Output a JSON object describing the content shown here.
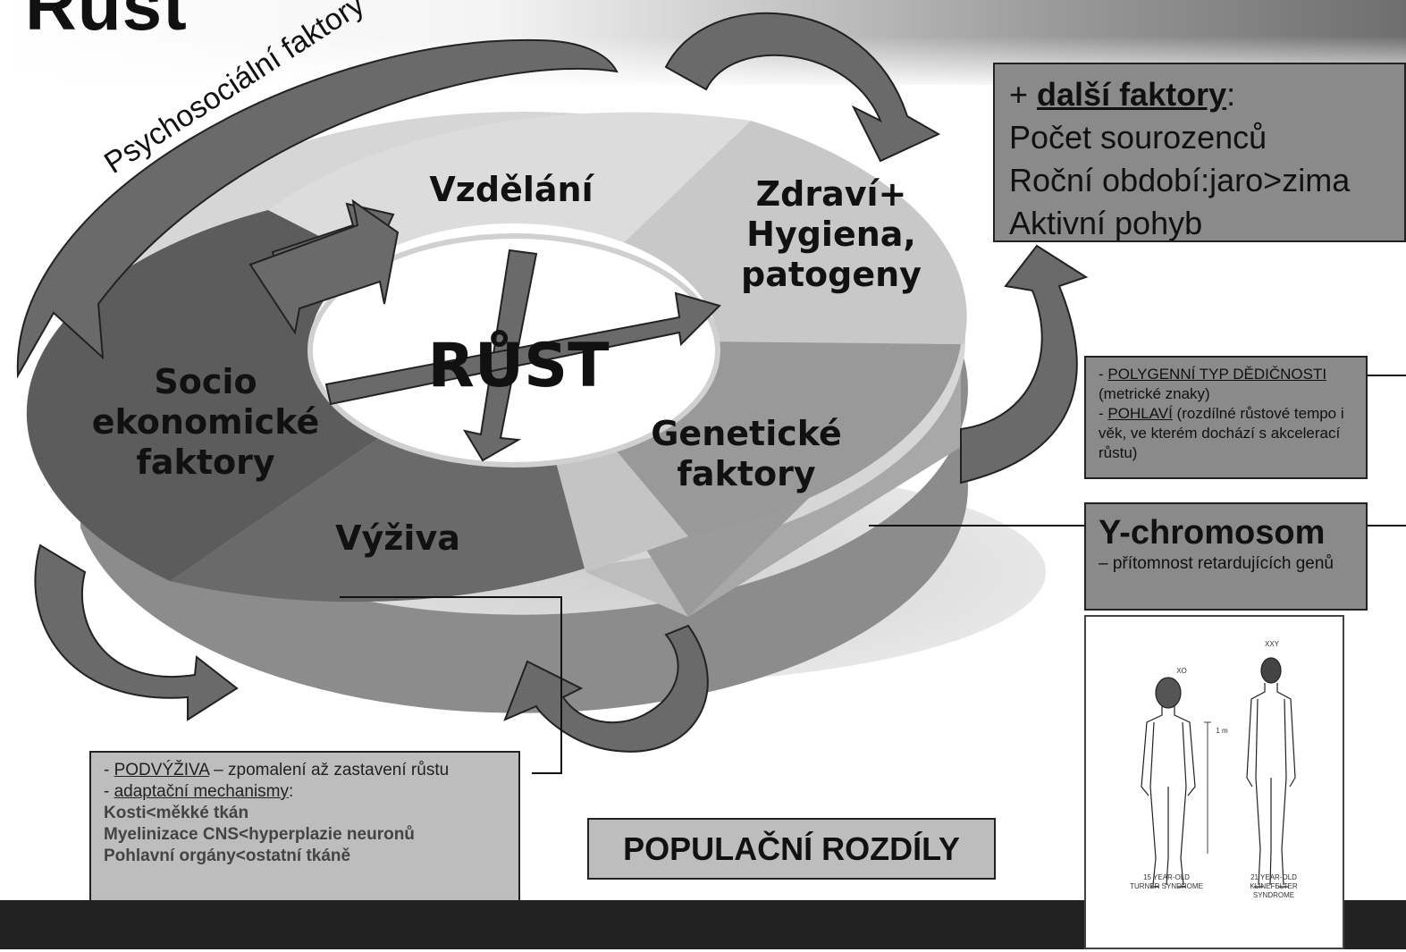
{
  "title": "Růst",
  "diagram": {
    "center": "RŮST",
    "segments": {
      "vzdelani": "Vzdělání",
      "zdravi": [
        "Zdraví+",
        "Hygiena,",
        "patogeny"
      ],
      "socio": [
        "Socio",
        "ekonomické",
        "faktory"
      ],
      "geneticke": [
        "Genetické",
        "faktory"
      ],
      "vyziva": "Výživa"
    },
    "arc_label": "Psychosociální faktory"
  },
  "dalsi_faktory": {
    "prefix": "+ ",
    "heading": "další faktory",
    "suffix": ":",
    "items": [
      "Počet sourozenců",
      "Roční období:jaro>zima",
      "Aktivní pohyb"
    ]
  },
  "polygenni": {
    "dash1": "- ",
    "term1": "POLYGENNÍ TYP DĚDIČNOSTI",
    "note1": " (metrické znaky)",
    "dash2": "- ",
    "term2": "POHLAVÍ",
    "note2": " (rozdílné růstové tempo i věk, ve kterém dochází s akcelerací růstu)"
  },
  "ychromosom": {
    "heading": "Y-chromosom",
    "text": "– přítomnost retardujících genů"
  },
  "podvyziva": {
    "dash1": "- ",
    "term1": "PODVÝŽIVA",
    "note1": " – zpomalení až zastavení růstu",
    "dash2": "- ",
    "term2": "adaptační mechanismy",
    "colon": ":",
    "items": [
      "Kosti<měkké tkán",
      "Myelinizace CNS<hyperplazie neuronů",
      "Pohlavní orgány<ostatní tkáně"
    ]
  },
  "populacni": "POPULAČNÍ ROZDÍLY",
  "figure": {
    "label_left": "XO",
    "label_right": "XXY",
    "scale": "1 m",
    "caption_left": [
      "15 YEAR-OLD",
      "TURNER SYNDROME"
    ],
    "caption_right": [
      "21 YEAR-OLD",
      "KLINEFELTER",
      "SYNDROME"
    ]
  },
  "colors": {
    "footer": "#222222",
    "box_fill": "#8a8a8a",
    "box_light": "#bdbdbd",
    "ring_dark": "#5e5e5e",
    "ring_light": "#cfcfcf",
    "arrow": "#6a6a6a"
  }
}
